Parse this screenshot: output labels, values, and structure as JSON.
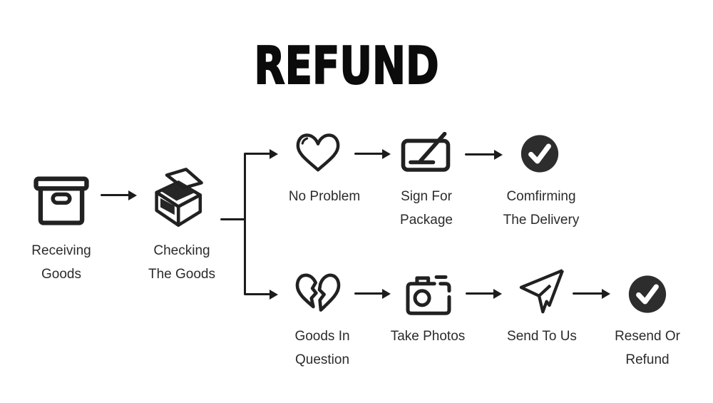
{
  "title": "REFUND",
  "colors": {
    "ink": "#1c1c1c",
    "icon_stroke": "#212121",
    "label_text": "#2b2b2b",
    "title_text": "#0b0b0b",
    "check_circle_fill": "#2d2d2d",
    "check_mark": "#ffffff",
    "background": "#ffffff"
  },
  "flow": {
    "main": [
      {
        "icon": "archive-box-icon",
        "lines": [
          "Receiving",
          "Goods"
        ]
      },
      {
        "icon": "open-box-icon",
        "lines": [
          "Checking",
          "The Goods"
        ]
      }
    ],
    "top_branch": [
      {
        "icon": "heart-icon",
        "lines": [
          "No Problem"
        ]
      },
      {
        "icon": "signature-pad-icon",
        "lines": [
          "Sign For",
          "Package"
        ]
      },
      {
        "icon": "check-circle-icon",
        "lines": [
          "Comfirming",
          "The Delivery"
        ]
      }
    ],
    "bottom_branch": [
      {
        "icon": "broken-heart-icon",
        "lines": [
          "Goods In",
          "Question"
        ]
      },
      {
        "icon": "camera-icon",
        "lines": [
          "Take Photos"
        ]
      },
      {
        "icon": "paper-plane-icon",
        "lines": [
          "Send To Us"
        ]
      },
      {
        "icon": "check-circle-icon",
        "lines": [
          "Resend Or",
          "Refund"
        ]
      }
    ]
  }
}
